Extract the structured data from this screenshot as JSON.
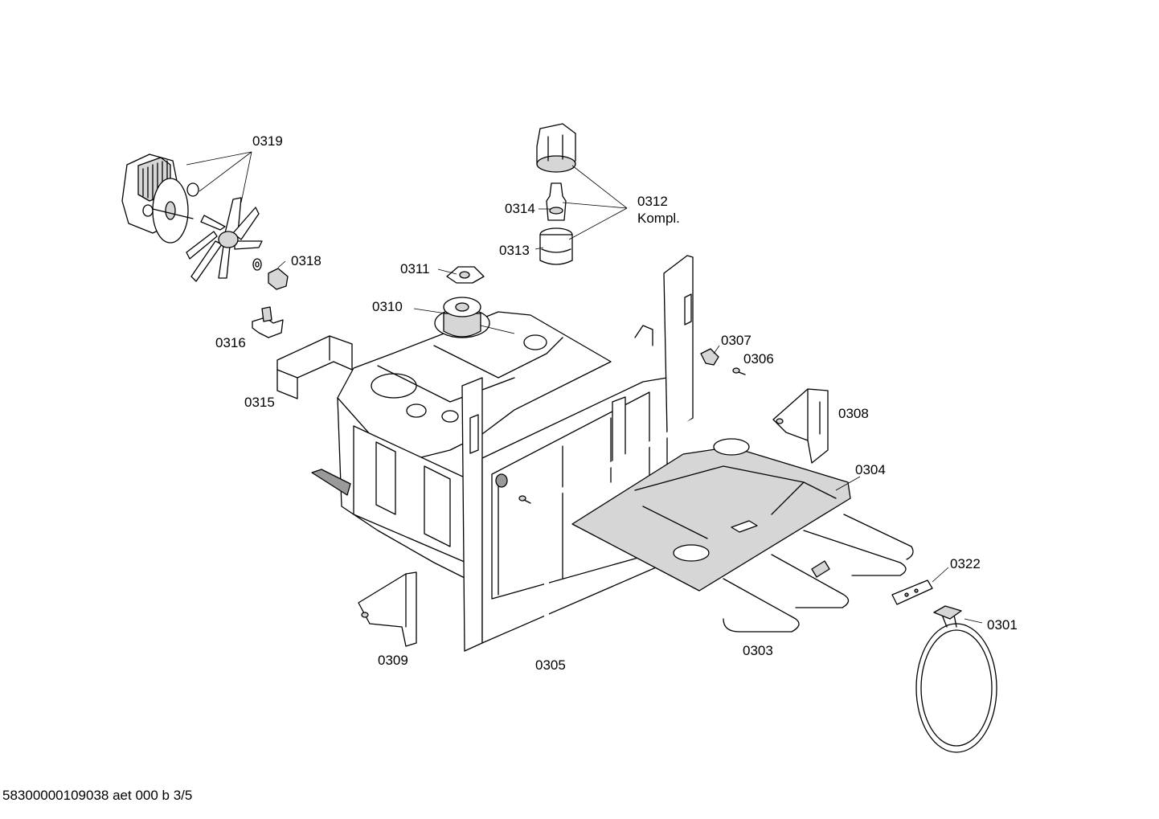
{
  "labels": {
    "p0301": "0301",
    "p0303": "0303",
    "p0304": "0304",
    "p0305": "0305",
    "p0306": "0306",
    "p0307": "0307",
    "p0308": "0308",
    "p0309": "0309",
    "p0310": "0310",
    "p0311": "0311",
    "p0312": "0312",
    "p0312_sub": "Kompl.",
    "p0313": "0313",
    "p0314": "0314",
    "p0315": "0315",
    "p0316": "0316",
    "p0318": "0318",
    "p0319": "0319",
    "p0322": "0322"
  },
  "footer": "58300000109038 aet 000 b 3/5"
}
